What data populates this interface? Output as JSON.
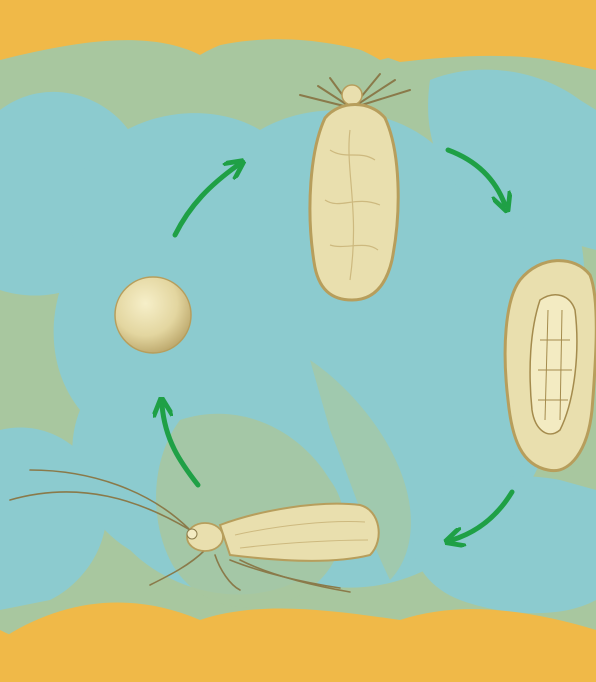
{
  "diagram": {
    "kind": "life-cycle",
    "stages": [
      {
        "id": "egg",
        "icon": "egg-icon"
      },
      {
        "id": "larva",
        "icon": "larva-case-icon"
      },
      {
        "id": "pupa",
        "icon": "pupa-case-icon"
      },
      {
        "id": "adult",
        "icon": "caddisfly-icon"
      }
    ],
    "arrows": [
      {
        "from": "egg",
        "to": "larva"
      },
      {
        "from": "larva",
        "to": "pupa"
      },
      {
        "from": "pupa",
        "to": "adult"
      },
      {
        "from": "adult",
        "to": "egg"
      }
    ]
  },
  "colors": {
    "background": "#f0b948",
    "blob_blue": "#8ccbcf",
    "blob_green": "#a8c79f",
    "stage_fill": "#e9dfae",
    "stage_outline": "#b79e5c",
    "arrow": "#1fa046"
  }
}
